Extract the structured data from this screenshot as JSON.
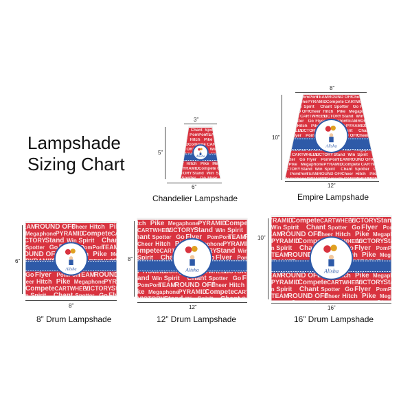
{
  "title": {
    "line1": "Lampshade",
    "line2": "Sizing Chart"
  },
  "personalization_name": "Alisha",
  "pattern_words": [
    "Spirit",
    "Chant",
    "Spotter",
    "Go",
    "Flyer",
    "PomPom",
    "TEAM",
    "ROUND OFF",
    "Cheer",
    "Hitch",
    "Pike",
    "Megaphone",
    "PYRAMID",
    "Compete",
    "CARTWHEEL",
    "VICTORY",
    "Stand",
    "Win"
  ],
  "colors": {
    "pattern_red": "#d8333f",
    "band_blue": "#2e5aa8",
    "badge_border": "#2e5aa8",
    "dim_line": "#444444"
  },
  "lampshades": [
    {
      "id": "chandelier",
      "caption": "Chandelier Lampshade",
      "dims": {
        "top": "3”",
        "bottom": "6”",
        "height": "5”"
      }
    },
    {
      "id": "empire",
      "caption": "Empire Lampshade",
      "dims": {
        "top": "8”",
        "bottom": "12”",
        "height": "10”"
      }
    },
    {
      "id": "drum8",
      "caption": "8” Drum Lampshade",
      "dims": {
        "bottom": "8”",
        "height": "6”"
      }
    },
    {
      "id": "drum12",
      "caption": "12” Drum Lampshade",
      "dims": {
        "bottom": "12”",
        "height": "8”"
      }
    },
    {
      "id": "drum16",
      "caption": "16” Drum Lampshade",
      "dims": {
        "bottom": "16”",
        "height": "10”"
      }
    }
  ]
}
